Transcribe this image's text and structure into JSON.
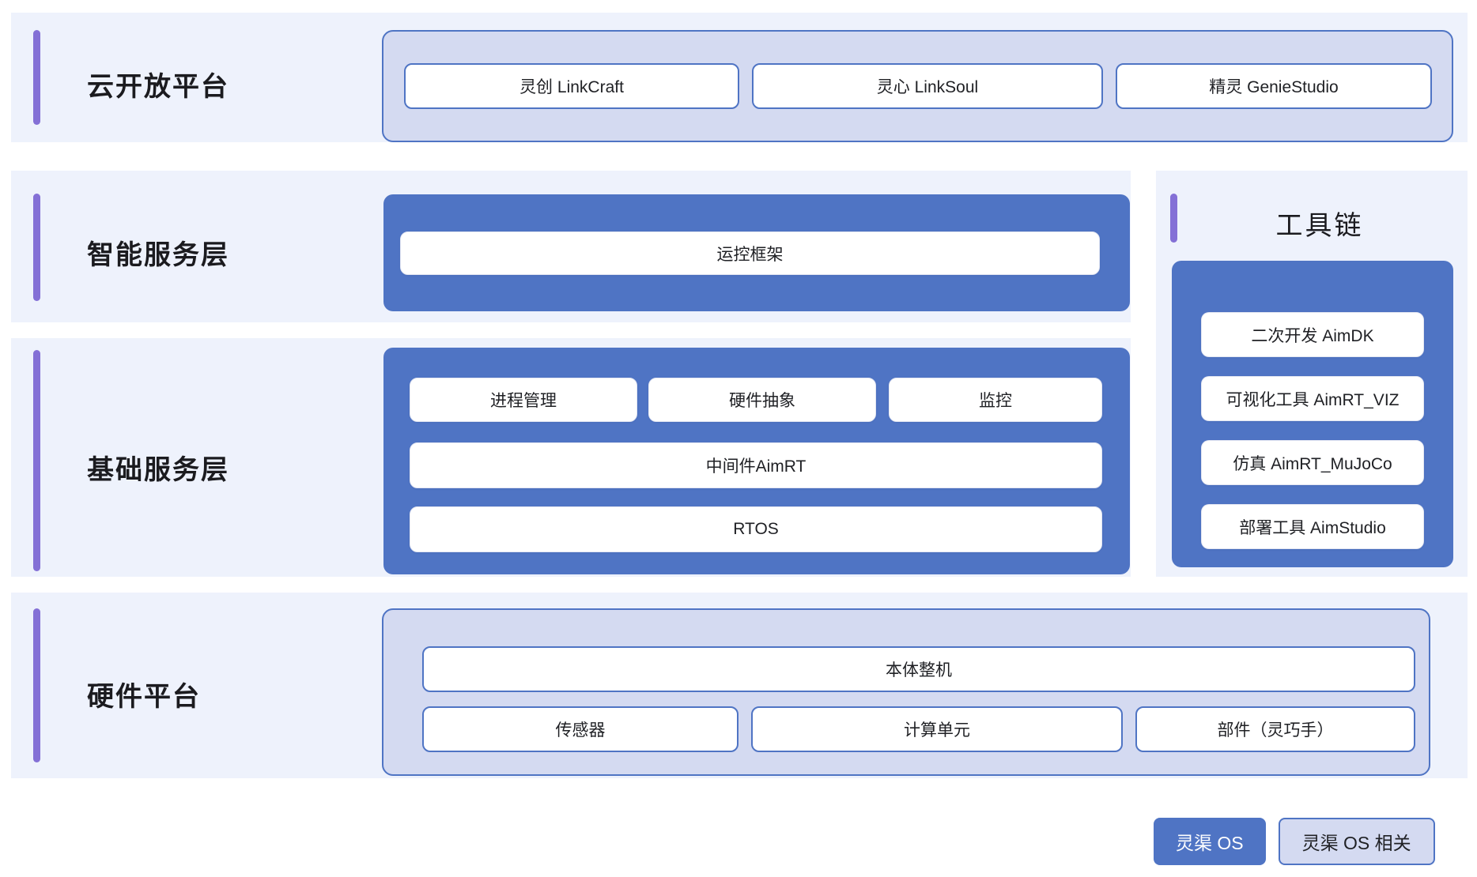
{
  "theme": {
    "page_background": "#ffffff",
    "band_background": "#eef2fc",
    "accent_purple": "#8470d6",
    "primary_blue": "#4f74c4",
    "lavender_fill": "#d4daf1",
    "chip_white": "#ffffff",
    "text_dark": "#1f2024"
  },
  "rows": [
    {
      "id": "cloud-open-platform",
      "title": "云开放平台",
      "container_style": "lavender",
      "items": [
        {
          "label": "灵创 LinkCraft"
        },
        {
          "label": "灵心 LinkSoul"
        },
        {
          "label": "精灵 GenieStudio"
        }
      ]
    },
    {
      "id": "intelligent-service-layer",
      "title": "智能服务层",
      "container_style": "blue",
      "items": [
        {
          "label": "运控框架"
        }
      ]
    },
    {
      "id": "basic-service-layer",
      "title": "基础服务层",
      "container_style": "blue",
      "items_top": [
        {
          "label": "进程管理"
        },
        {
          "label": "硬件抽象"
        },
        {
          "label": "监控"
        }
      ],
      "items_middle": [
        {
          "label": "中间件AimRT"
        }
      ],
      "items_bottom": [
        {
          "label": "RTOS"
        }
      ]
    },
    {
      "id": "hardware-platform",
      "title": "硬件平台",
      "container_style": "lavender",
      "items_top": [
        {
          "label": "本体整机"
        }
      ],
      "items_bottom": [
        {
          "label": "传感器"
        },
        {
          "label": "计算单元"
        },
        {
          "label": "部件（灵巧手）"
        }
      ]
    }
  ],
  "toolchain": {
    "title": "工具链",
    "items": [
      {
        "label": "二次开发 AimDK"
      },
      {
        "label": "可视化工具 AimRT_VIZ"
      },
      {
        "label": "仿真 AimRT_MuJoCo"
      },
      {
        "label": "部署工具 AimStudio"
      }
    ]
  },
  "legend": {
    "items": [
      {
        "label": "灵渠 OS",
        "style": "solid"
      },
      {
        "label": "灵渠 OS 相关",
        "style": "ghost"
      }
    ]
  }
}
